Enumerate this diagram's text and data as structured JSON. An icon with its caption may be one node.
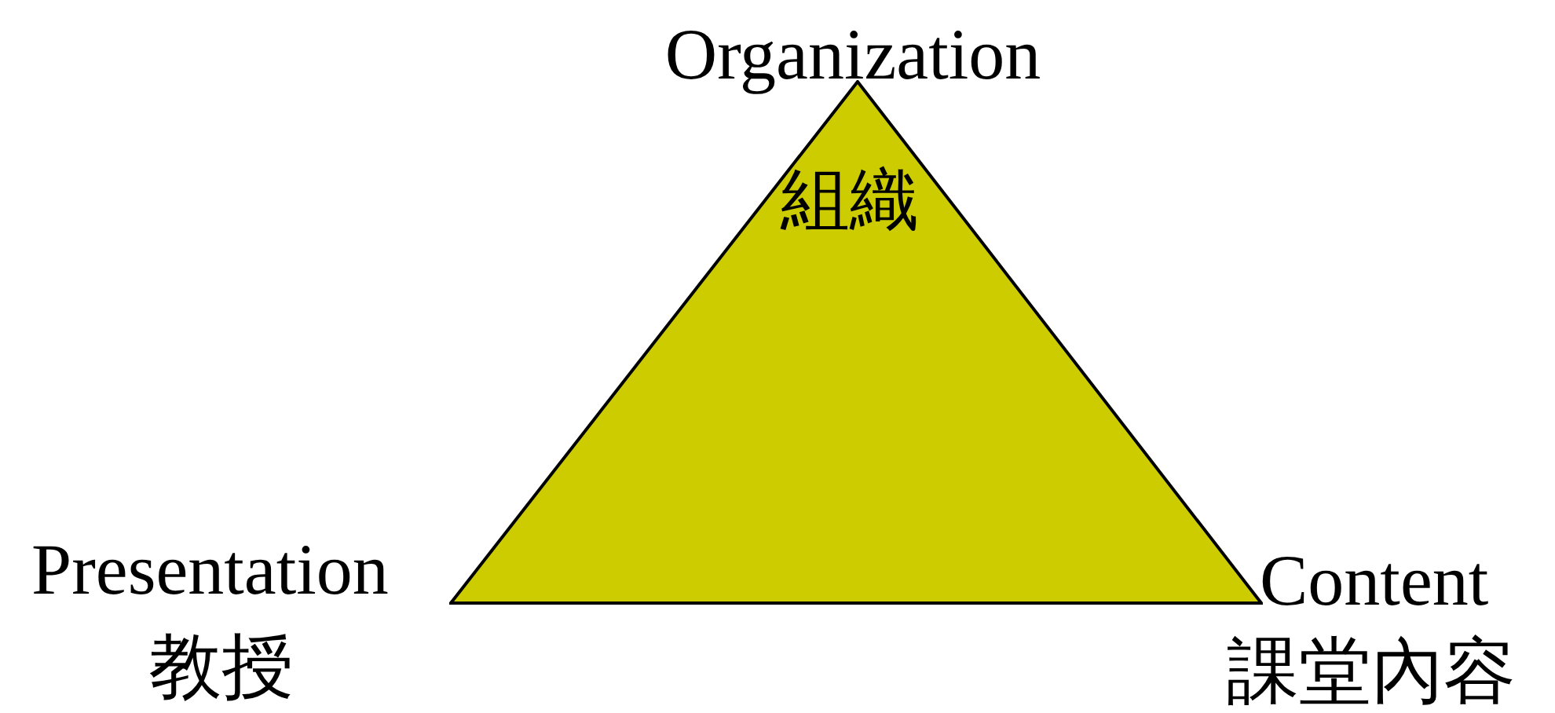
{
  "diagram": {
    "nodes": [
      {
        "text": [
          "組織"
        ]
      }
    ],
    "labels": [
      "Organization",
      "Presentation",
      "教授",
      "Content",
      "課堂內容"
    ]
  }
}
